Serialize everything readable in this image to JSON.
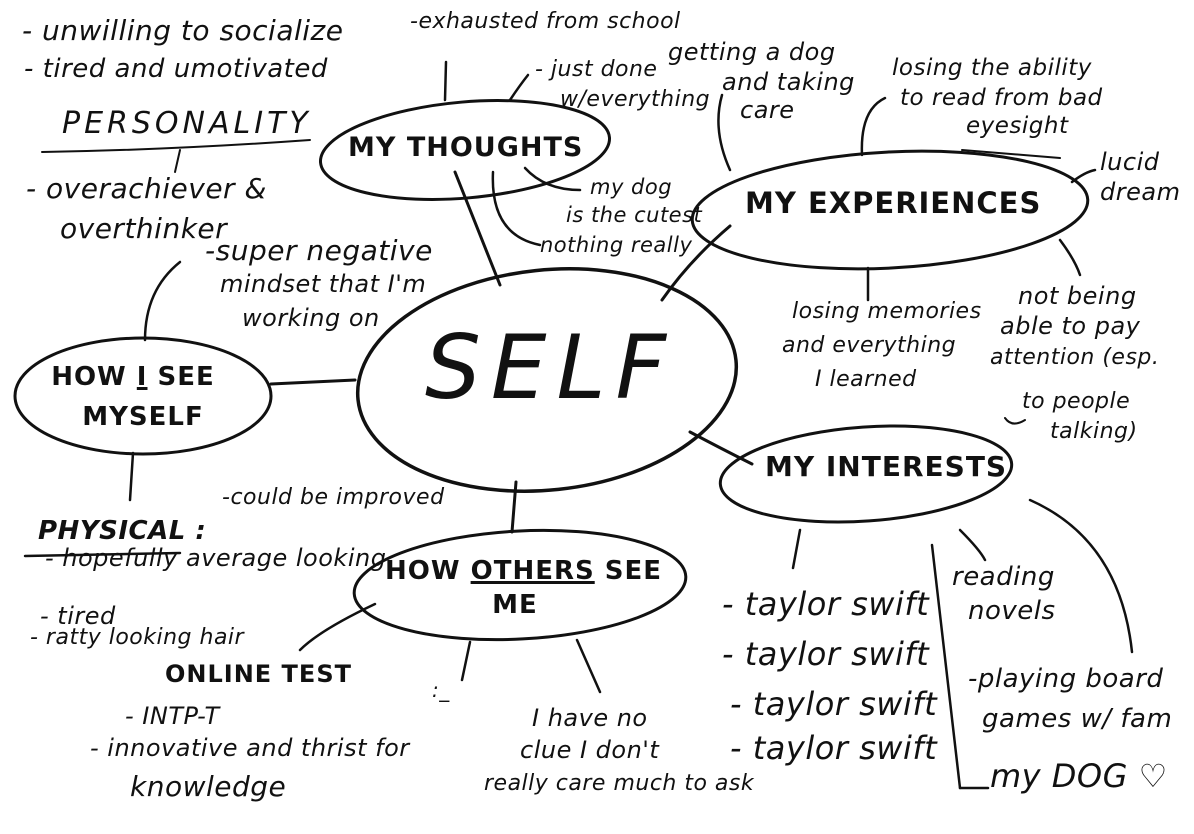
{
  "center": {
    "label": "SELF"
  },
  "bubbles": {
    "thoughts": "MY THOUGHTS",
    "experiences": "MY EXPERIENCES",
    "how_i_see_l1_pre": "HOW",
    "how_i_see_l1_i": "I",
    "how_i_see_l1_post": "SEE",
    "how_i_see_l2": "MYSELF",
    "interests": "MY INTERESTS",
    "others_l1_pre": "HOW",
    "others_l1_u": "OTHERS",
    "others_l1_post": "SEE",
    "others_l2": "ME"
  },
  "top_left_notes": [
    "- unwilling to socialize",
    "- tired and umotivated"
  ],
  "personality": {
    "heading": "PERSONALITY",
    "lines": [
      "- overachiever &",
      "overthinker"
    ]
  },
  "thoughts_notes": {
    "exhausted": "-exhausted from school",
    "just_done_1": "- just done",
    "just_done_2": "w/everything",
    "dog_cutest_1": "my dog",
    "dog_cutest_2": "is the cutest",
    "nothing": "nothing really"
  },
  "experiences_notes": {
    "dog_1": "getting a dog",
    "dog_2": "and taking",
    "dog_3": "care",
    "eyesight_1": "losing the ability",
    "eyesight_2": "to read from bad",
    "eyesight_3": "eyesight",
    "lucid_1": "lucid",
    "lucid_2": "dream",
    "memories_1": "losing memories",
    "memories_2": "and everything",
    "memories_3": "I learned",
    "attention_1": "not being",
    "attention_2": "able to pay",
    "attention_3": "attention (esp.",
    "attention_4": "to people",
    "attention_5": "talking)"
  },
  "how_i_see_notes": {
    "mindset_1": "-super negative",
    "mindset_2": "mindset that I'm",
    "mindset_3": "working on",
    "physical_heading": "PHYSICAL :",
    "physical_note": "-could be improved",
    "physical_lines": [
      "- hopefully average looking",
      "- tired",
      "- ratty looking hair"
    ]
  },
  "others_notes": {
    "online_test": "ONLINE TEST",
    "intp": "- INTP-T",
    "innovative_1": "- innovative and thrist for",
    "innovative_2": "knowledge",
    "face": ":_",
    "noclue_1": "I have no",
    "noclue_2": "clue I don't",
    "noclue_3": "really care much to ask"
  },
  "interests_notes": {
    "taylor": [
      "- taylor swift",
      "- taylor swift",
      "- taylor swift",
      "- taylor swift"
    ],
    "reading_1": "reading",
    "reading_2": "novels",
    "board_1": "-playing board",
    "board_2": "games w/ fam",
    "dog": "my DOG ♡"
  }
}
